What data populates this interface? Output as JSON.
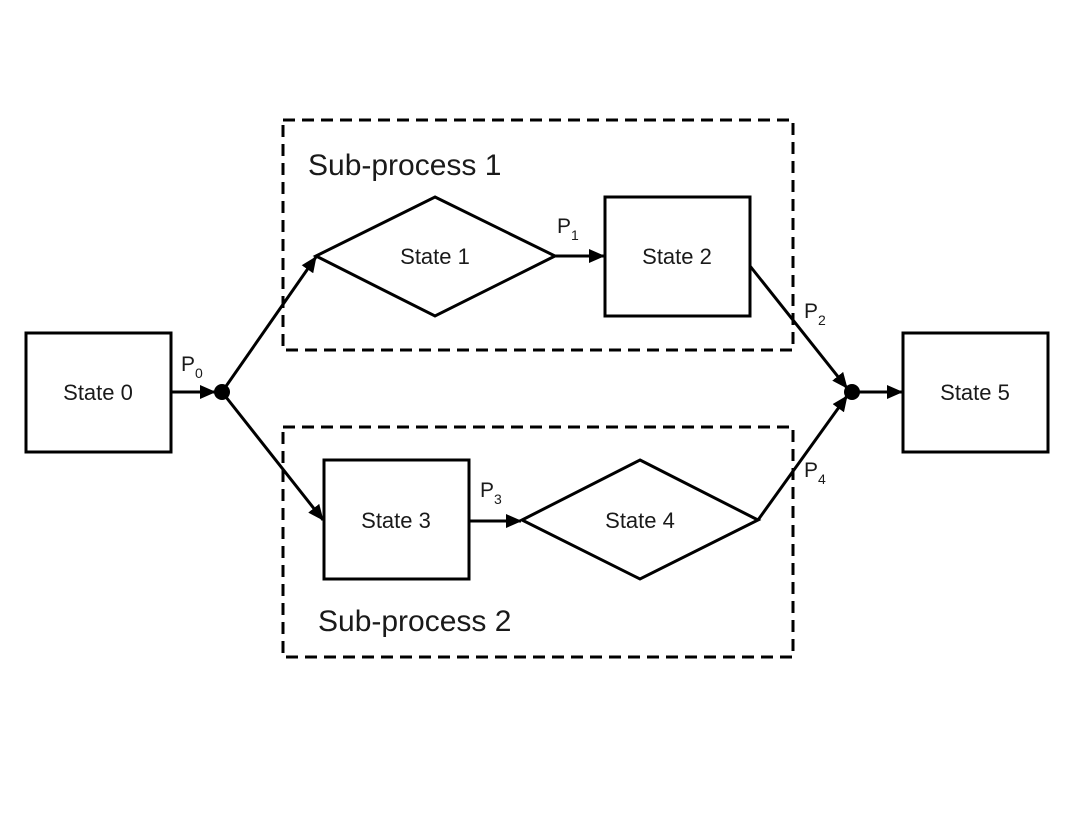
{
  "diagram": {
    "groups": {
      "sub1": "Sub-process 1",
      "sub2": "Sub-process 2"
    },
    "nodes": {
      "state0": "State 0",
      "state1": "State 1",
      "state2": "State 2",
      "state3": "State 3",
      "state4": "State 4",
      "state5": "State 5"
    },
    "edges": {
      "p0": {
        "letter": "P",
        "index": "0"
      },
      "p1": {
        "letter": "P",
        "index": "1"
      },
      "p2": {
        "letter": "P",
        "index": "2"
      },
      "p3": {
        "letter": "P",
        "index": "3"
      },
      "p4": {
        "letter": "P",
        "index": "4"
      }
    }
  }
}
